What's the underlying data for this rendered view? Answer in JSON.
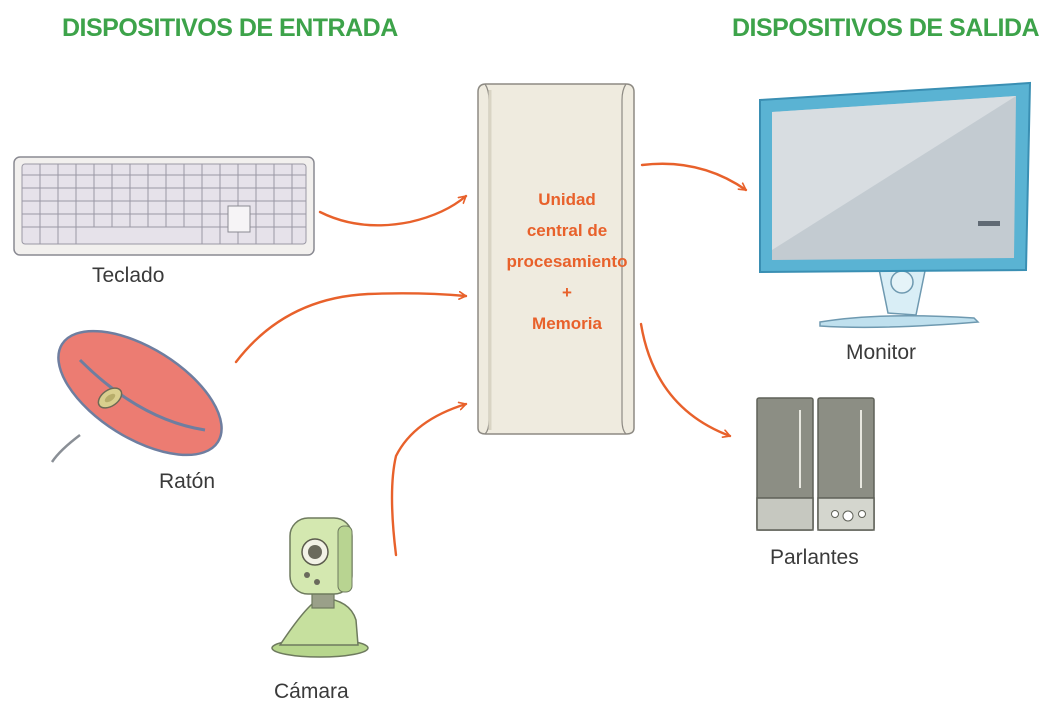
{
  "headings": {
    "input": "DISPOSITIVOS DE ENTRADA",
    "output": "DISPOSITIVOS DE SALIDA"
  },
  "cpu": {
    "lines": [
      "Unidad",
      "central de",
      "procesamiento",
      "+",
      "Memoria"
    ]
  },
  "devices": {
    "keyboard": "Teclado",
    "mouse": "Ratón",
    "camera": "Cámara",
    "monitor": "Monitor",
    "speakers": "Parlantes"
  },
  "colors": {
    "heading": "#3da34a",
    "arrow": "#e8612b",
    "cpu_text": "#e8612b",
    "cpu_fill": "#efebdf",
    "label": "#3a3a3a"
  }
}
